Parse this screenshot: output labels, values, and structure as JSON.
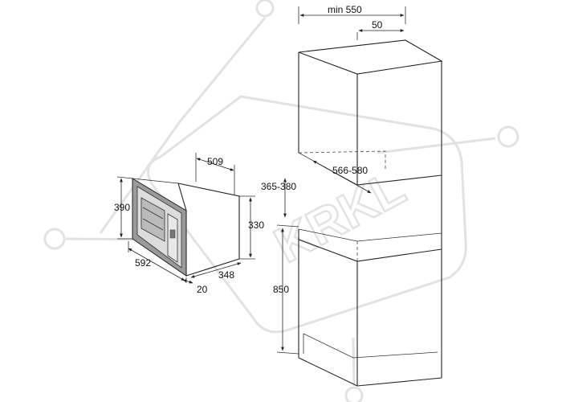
{
  "watermark": {
    "text": "KRKL"
  },
  "dimensions": {
    "min_width": "min 550",
    "offset": "50",
    "cavity_depth": "566-580",
    "cavity_height": "365-380",
    "appliance_depth": "509",
    "appliance_height": "390",
    "appliance_body_height": "330",
    "appliance_width": "592",
    "front_thickness": "20",
    "body_side": "348",
    "base_height": "850"
  },
  "colors": {
    "line": "#222222",
    "watermark": "#e2e2e2",
    "appliance_face": "#9a9a9a"
  }
}
